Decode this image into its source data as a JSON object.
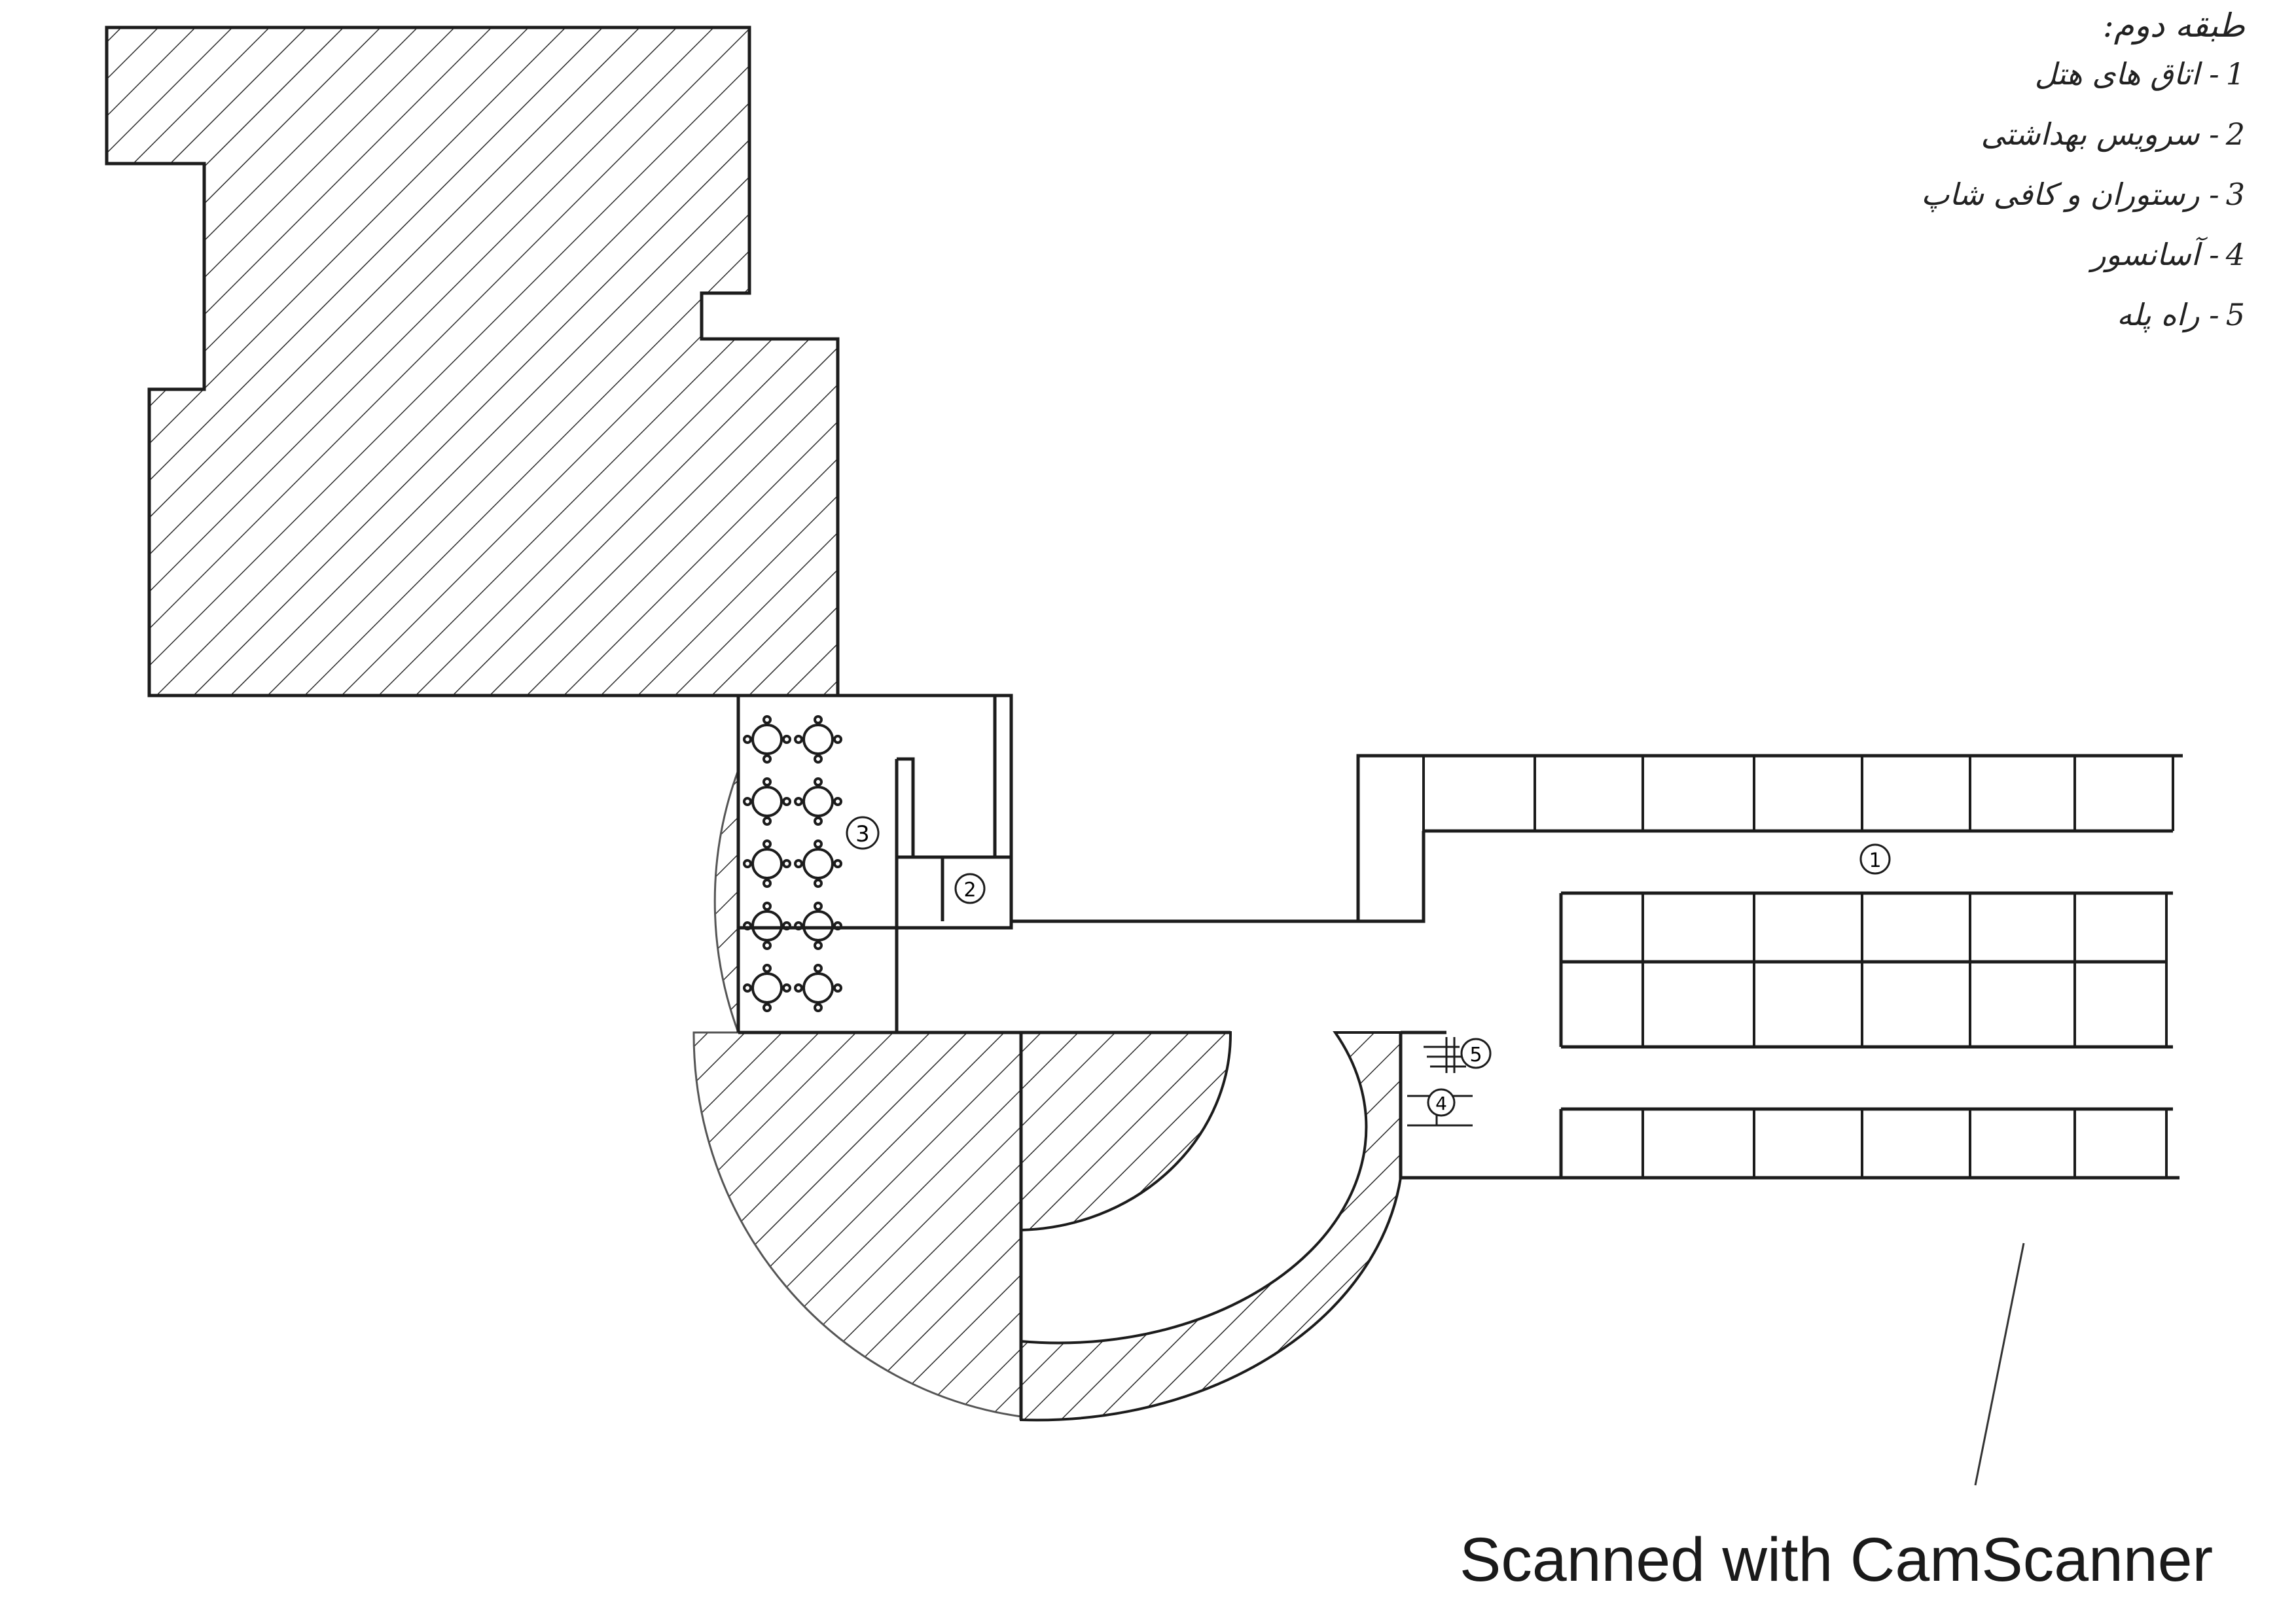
{
  "legend": {
    "title": "طبقه دوم:",
    "items": [
      {
        "num": "1",
        "label": "اتاق های هتل"
      },
      {
        "num": "2",
        "label": "سرویس بهداشتی"
      },
      {
        "num": "3",
        "label": "رستوران و کافی شاپ"
      },
      {
        "num": "4",
        "label": "آسانسور"
      },
      {
        "num": "5",
        "label": "راه پله"
      }
    ]
  },
  "markers": [
    "1",
    "2",
    "3",
    "4",
    "5"
  ],
  "watermark": "Scanned with CamScanner",
  "colors": {
    "ink": "#1c1c1c",
    "paper": "#ffffff",
    "hatch": "#2a2a2a"
  }
}
